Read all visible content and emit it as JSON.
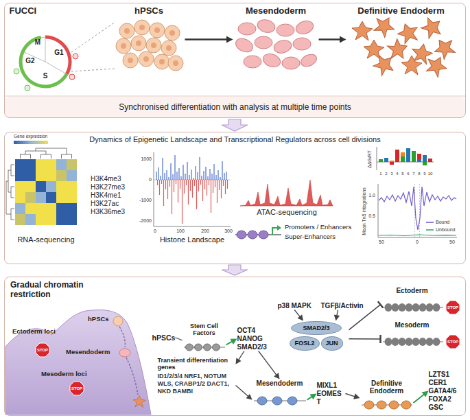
{
  "diagram": {
    "nodes": [
      {
        "text": [
          "Synchronised differentiation with analysis at multiple time points"
        ]
      },
      {
        "text": [
          "FUCCI"
        ],
        "in": 0
      },
      {
        "text": [
          "hPSCs"
        ],
        "in": 0
      },
      {
        "text": [
          "Mesendoderm"
        ],
        "in": 0
      },
      {
        "text": [
          "Definitive Endoderm"
        ],
        "in": 0
      },
      {
        "text": [
          "Dynamics of Epigenetic Landscape and Transcriptional Regulators across cell divisions"
        ]
      },
      {
        "text": [
          "Gradual chromatin restriction"
        ]
      },
      {
        "text": [
          "hPSCs"
        ],
        "in": 6
      },
      {
        "text": [
          "Stem Cell Factors"
        ],
        "in": 6
      },
      {
        "text": [
          "OCT4 NANOG SMAD2/3"
        ],
        "in": 6
      },
      {
        "text": [
          "p38 MAPK"
        ],
        "in": 6
      },
      {
        "text": [
          "TGFβ/Activin"
        ],
        "in": 6
      },
      {
        "text": [
          "SMAD2/3",
          "FOSL2",
          "JUN"
        ],
        "in": 6
      },
      {
        "text": [
          "Ectoderm"
        ],
        "in": 6
      },
      {
        "text": [
          "Mesoderm"
        ],
        "in": 6
      },
      {
        "text": [
          "Transient differentiation genes",
          "ID1/2/3/4 NRF1, NOTUM WLS, CRABP1/2 DACT1, NKD BAMBI"
        ],
        "in": 6
      },
      {
        "text": [
          "Mesendoderm"
        ],
        "in": 6
      },
      {
        "text": [
          "MIXL1 EOMES T"
        ],
        "in": 6
      },
      {
        "text": [
          "Definitive Endoderm"
        ],
        "in": 6
      },
      {
        "text": [
          "LZTS1 CER1 GATA4/6 FOXA2 GSC"
        ],
        "in": 6
      }
    ],
    "edges": [
      {
        "from": 2,
        "to": 3,
        "arrow": "to"
      },
      {
        "from": 3,
        "to": 4,
        "arrow": "to"
      },
      {
        "from": 7,
        "to": 8,
        "arrow": "none"
      },
      {
        "from": 8,
        "to": 9,
        "arrow": "to"
      },
      {
        "from": 9,
        "to": 15,
        "arrow": "to"
      },
      {
        "from": 9,
        "to": 16,
        "arrow": "to"
      },
      {
        "from": 15,
        "to": 16,
        "arrow": "to"
      },
      {
        "from": 16,
        "to": 17,
        "arrow": "to"
      },
      {
        "from": 17,
        "to": 18,
        "arrow": "to"
      },
      {
        "from": 18,
        "to": 19,
        "arrow": "to"
      },
      {
        "from": 10,
        "to": 12,
        "arrow": "to"
      },
      {
        "from": 11,
        "to": 12,
        "arrow": "to"
      },
      {
        "from": 12,
        "to": 13,
        "arrow": "to"
      },
      {
        "from": 12,
        "to": 14,
        "arrow": "to"
      }
    ],
    "labels": [
      "M",
      "G1",
      "G2",
      "S",
      "Gene expression",
      "RNA-sequencing",
      "H3K4me3",
      "H3K27me3",
      "H3K4me1",
      "H3K27ac",
      "H3K36me3",
      "1000",
      "0",
      "-1000",
      "-2000",
      "0",
      "100",
      "200",
      "300",
      "Histone Landscape",
      "ATAC-sequencing",
      "Promoters / Enhancers",
      "Super-Enhancers",
      "ΔΔG/RT",
      "1",
      "2",
      "3",
      "4",
      "5",
      "6",
      "7",
      "8",
      "9",
      "10",
      "Mean Tn5 integrations",
      "1.0",
      "0.5",
      "50",
      "0",
      "50",
      "Ectoderm loci",
      "STOP",
      "hPSCs",
      "Mesendoderm",
      "Mesoderm loci",
      "STOP",
      "STOP",
      "STOP"
    ],
    "legend": [
      {
        "text": "Bound"
      },
      {
        "text": "Unbound"
      }
    ]
  }
}
